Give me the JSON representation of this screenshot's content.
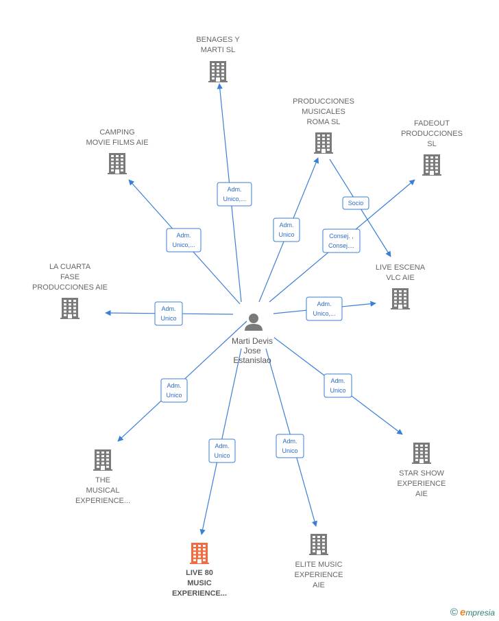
{
  "center": {
    "name_lines": [
      "Marti Devis",
      "Jose",
      "Estanislao"
    ]
  },
  "nodes": [
    {
      "id": "benages",
      "lines": [
        "BENAGES Y",
        "MARTI SL"
      ],
      "highlight": false
    },
    {
      "id": "producciones_roma",
      "lines": [
        "PRODUCCIONES",
        "MUSICALES",
        "ROMA  SL"
      ],
      "highlight": false
    },
    {
      "id": "fadeout",
      "lines": [
        "FADEOUT",
        "PRODUCCIONES",
        "SL"
      ],
      "highlight": false
    },
    {
      "id": "camping",
      "lines": [
        "CAMPING",
        "MOVIE FILMS AIE"
      ],
      "highlight": false
    },
    {
      "id": "la_cuarta",
      "lines": [
        "LA CUARTA",
        "FASE",
        "PRODUCCIONES AIE"
      ],
      "highlight": false
    },
    {
      "id": "live_escena",
      "lines": [
        "LIVE ESCENA",
        "VLC AIE"
      ],
      "highlight": false
    },
    {
      "id": "the_musical",
      "lines": [
        "THE",
        "MUSICAL",
        "EXPERIENCE..."
      ],
      "highlight": false
    },
    {
      "id": "star_show",
      "lines": [
        "STAR SHOW",
        "EXPERIENCE",
        "AIE"
      ],
      "highlight": false
    },
    {
      "id": "live80",
      "lines": [
        "LIVE 80",
        "MUSIC",
        "EXPERIENCE..."
      ],
      "highlight": true
    },
    {
      "id": "elite_music",
      "lines": [
        "ELITE MUSIC",
        "EXPERIENCE",
        "AIE"
      ],
      "highlight": false
    }
  ],
  "edges": [
    {
      "id": "e_benages",
      "lines": [
        "Adm.",
        "Unico,..."
      ]
    },
    {
      "id": "e_camping",
      "lines": [
        "Adm.",
        "Unico,..."
      ]
    },
    {
      "id": "e_roma",
      "lines": [
        "Adm.",
        "Unico"
      ]
    },
    {
      "id": "e_fadeout",
      "lines": [
        "Consej. ,",
        "Consej...."
      ]
    },
    {
      "id": "e_socio",
      "lines": [
        "Socio"
      ]
    },
    {
      "id": "e_cuarta",
      "lines": [
        "Adm.",
        "Unico"
      ]
    },
    {
      "id": "e_live_escena",
      "lines": [
        "Adm.",
        "Unico,..."
      ]
    },
    {
      "id": "e_musical",
      "lines": [
        "Adm.",
        "Unico"
      ]
    },
    {
      "id": "e_star",
      "lines": [
        "Adm.",
        "Unico"
      ]
    },
    {
      "id": "e_live80",
      "lines": [
        "Adm.",
        "Unico"
      ]
    },
    {
      "id": "e_elite",
      "lines": [
        "Adm.",
        "Unico"
      ]
    }
  ],
  "colors": {
    "edge": "#3a7fd5",
    "building": "#7a7a7a",
    "highlight": "#f26a3d",
    "person": "#7a7a7a"
  },
  "icons": {
    "company": "building-icon",
    "person": "person-icon",
    "copyright": "copyright-icon"
  },
  "brand": {
    "symbol": "©",
    "initial": "e",
    "rest": "mpresia"
  }
}
